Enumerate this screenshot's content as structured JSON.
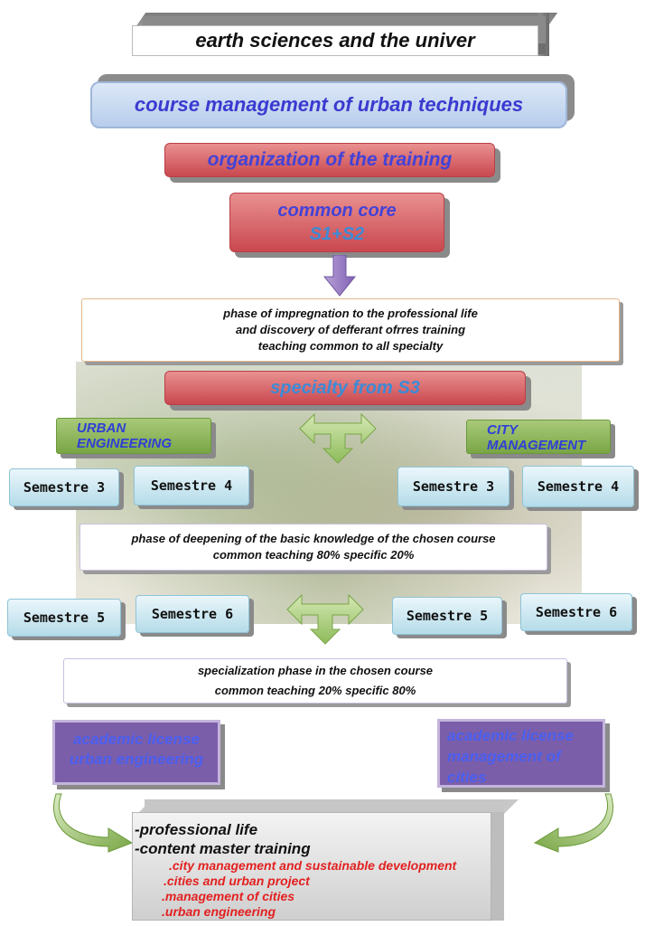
{
  "title": "earth sciences and the univer",
  "course": "course management of urban techniques",
  "organization": "organization of the training",
  "common_core": {
    "line1": "common core",
    "line2": "S1+S2"
  },
  "phase1": [
    "phase of impregnation to the professional life",
    "and discovery of defferant ofrres training",
    "teaching common to all specialty"
  ],
  "specialty": "specialty from S3",
  "tracks": {
    "urban": [
      "URBAN",
      "ENGINEERING"
    ],
    "city": [
      "CITY",
      "MANAGEMENT"
    ]
  },
  "semesters_row1": {
    "left": [
      "Semestre 3",
      "Semestre 4"
    ],
    "right": [
      "Semestre 3",
      "Semestre 4"
    ]
  },
  "phase2": [
    "phase of deepening of the basic knowledge of the chosen course",
    "common teaching 80% specific 20%"
  ],
  "semesters_row2": {
    "left": [
      "Semestre 5",
      "Semestre 6"
    ],
    "right": [
      "Semestre 5",
      "Semestre 6"
    ]
  },
  "phase3": [
    "specialization phase in the chosen course",
    "common teaching 20% specific 80%"
  ],
  "license_left": [
    "academic license",
    "urban engineering"
  ],
  "license_right": [
    "academic license",
    "management of",
    "cities"
  ],
  "final": {
    "main": [
      "-professional life",
      "-content master training"
    ],
    "items": [
      ".city management and sustainable   development",
      ".cities and urban project",
      ".management of cities",
      ".urban engineering"
    ]
  },
  "colors": {
    "blue_text": "#3a3ad0",
    "red_box": "#c9484f",
    "green_tag": "#7aa646",
    "purple_box": "#7b5ea9",
    "red_text": "#e32020"
  }
}
